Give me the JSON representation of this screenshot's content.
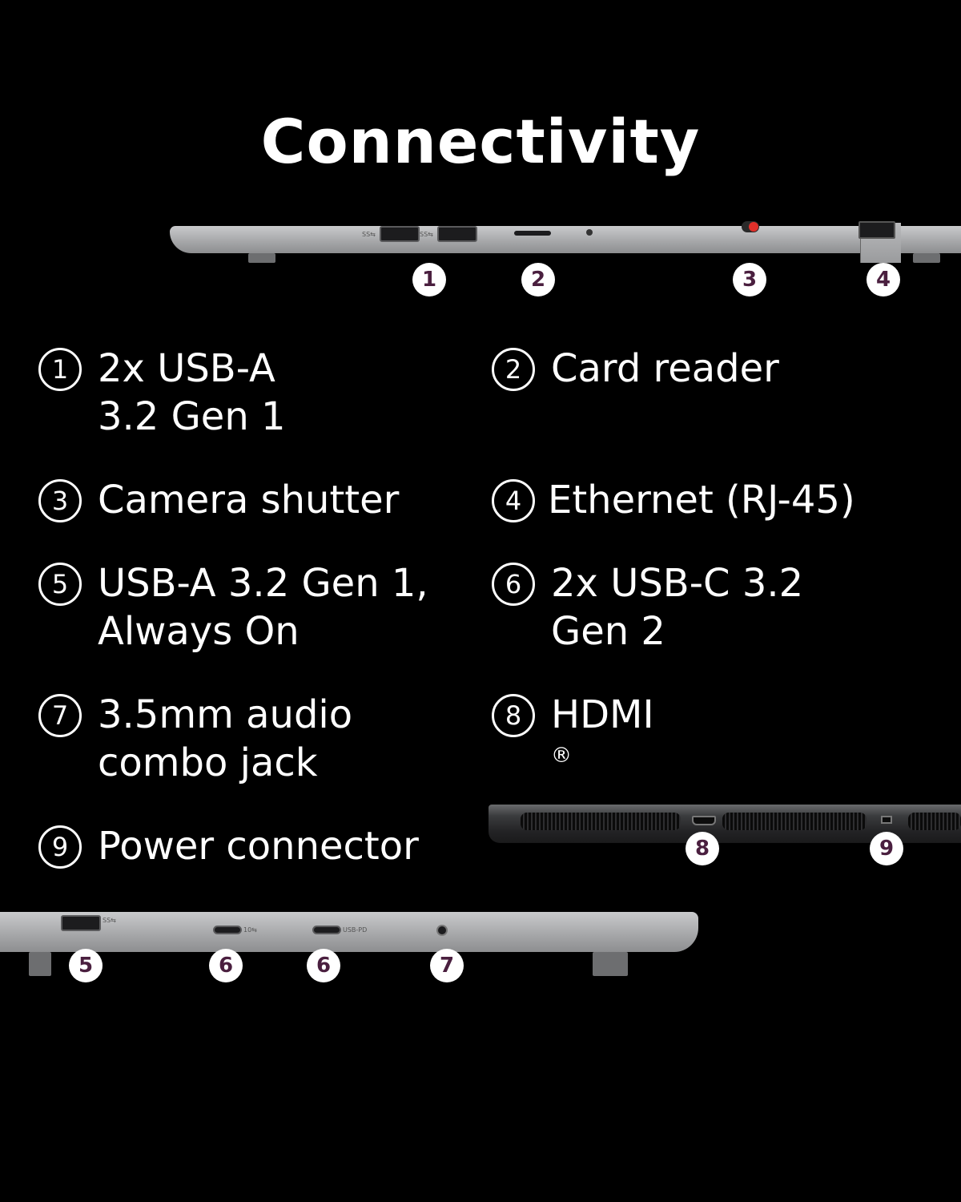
{
  "title": "Connectivity",
  "features": [
    {
      "num": "1",
      "line1": "2x USB-A",
      "line2": "3.2 Gen 1"
    },
    {
      "num": "2",
      "line1": "Card reader",
      "line2": ""
    },
    {
      "num": "3",
      "line1": "Camera shutter",
      "line2": ""
    },
    {
      "num": "4",
      "line1": "Ethernet (RJ-45)",
      "line2": ""
    },
    {
      "num": "5",
      "line1": "USB-A 3.2 Gen 1,",
      "line2": "Always On"
    },
    {
      "num": "6",
      "line1": "2x USB-C 3.2",
      "line2": "Gen 2"
    },
    {
      "num": "7",
      "line1": "3.5mm audio",
      "line2": "combo jack"
    },
    {
      "num": "8",
      "line1": "HDMI",
      "sup": "®",
      "line2": ""
    },
    {
      "num": "9",
      "line1": "Power connector",
      "line2": ""
    }
  ],
  "port_labels": {
    "ss": "SS⇆",
    "ss10": "10⇆",
    "usb_pd": "USB-PD"
  },
  "callouts": {
    "top": [
      "1",
      "2",
      "3",
      "4"
    ],
    "right": [
      "8",
      "9"
    ],
    "bottom": [
      "5",
      "6",
      "6",
      "7"
    ]
  },
  "colors": {
    "background": "#000000",
    "text": "#ffffff",
    "badge_text": "#4a1f3f",
    "shutter_red": "#e0302a"
  }
}
